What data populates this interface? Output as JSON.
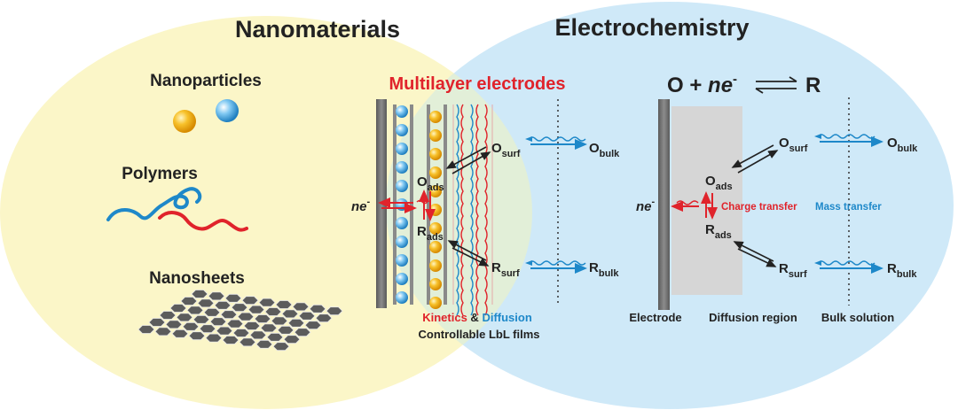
{
  "titles": {
    "left": "Nanomaterials",
    "right": "Electrochemistry"
  },
  "materials": {
    "nanoparticles": "Nanoparticles",
    "polymers": "Polymers",
    "nanosheets": "Nanosheets"
  },
  "multilayer": {
    "title": "Multilayer electrodes",
    "caption_kinetics": "Kinetics",
    "caption_amp": " & ",
    "caption_diffusion": "Diffusion",
    "caption_line2": "Controllable LbL films"
  },
  "species": {
    "O": "O",
    "R": "R",
    "surf": "surf",
    "bulk": "bulk",
    "ads": "ads",
    "ne_n": "ne",
    "ne_sup": "-"
  },
  "reaction": {
    "lhs": "O + ",
    "ne": "ne",
    "minus": "-",
    "rhs": "R"
  },
  "electrochem": {
    "charge_transfer": "Charge transfer",
    "mass_transfer": "Mass transfer",
    "electrode": "Electrode",
    "diffusion_region": "Diffusion region",
    "bulk_solution": "Bulk solution"
  },
  "colors": {
    "yellow_bg": "#fbf6c8",
    "blue_bg": "#cfe9f8",
    "overlap_bg": "#dfeedd",
    "red": "#e0232b",
    "blue": "#1e88c9",
    "electrode": "#777777",
    "diffusion": "#d8d8d8",
    "gold": "#f5b71e"
  }
}
